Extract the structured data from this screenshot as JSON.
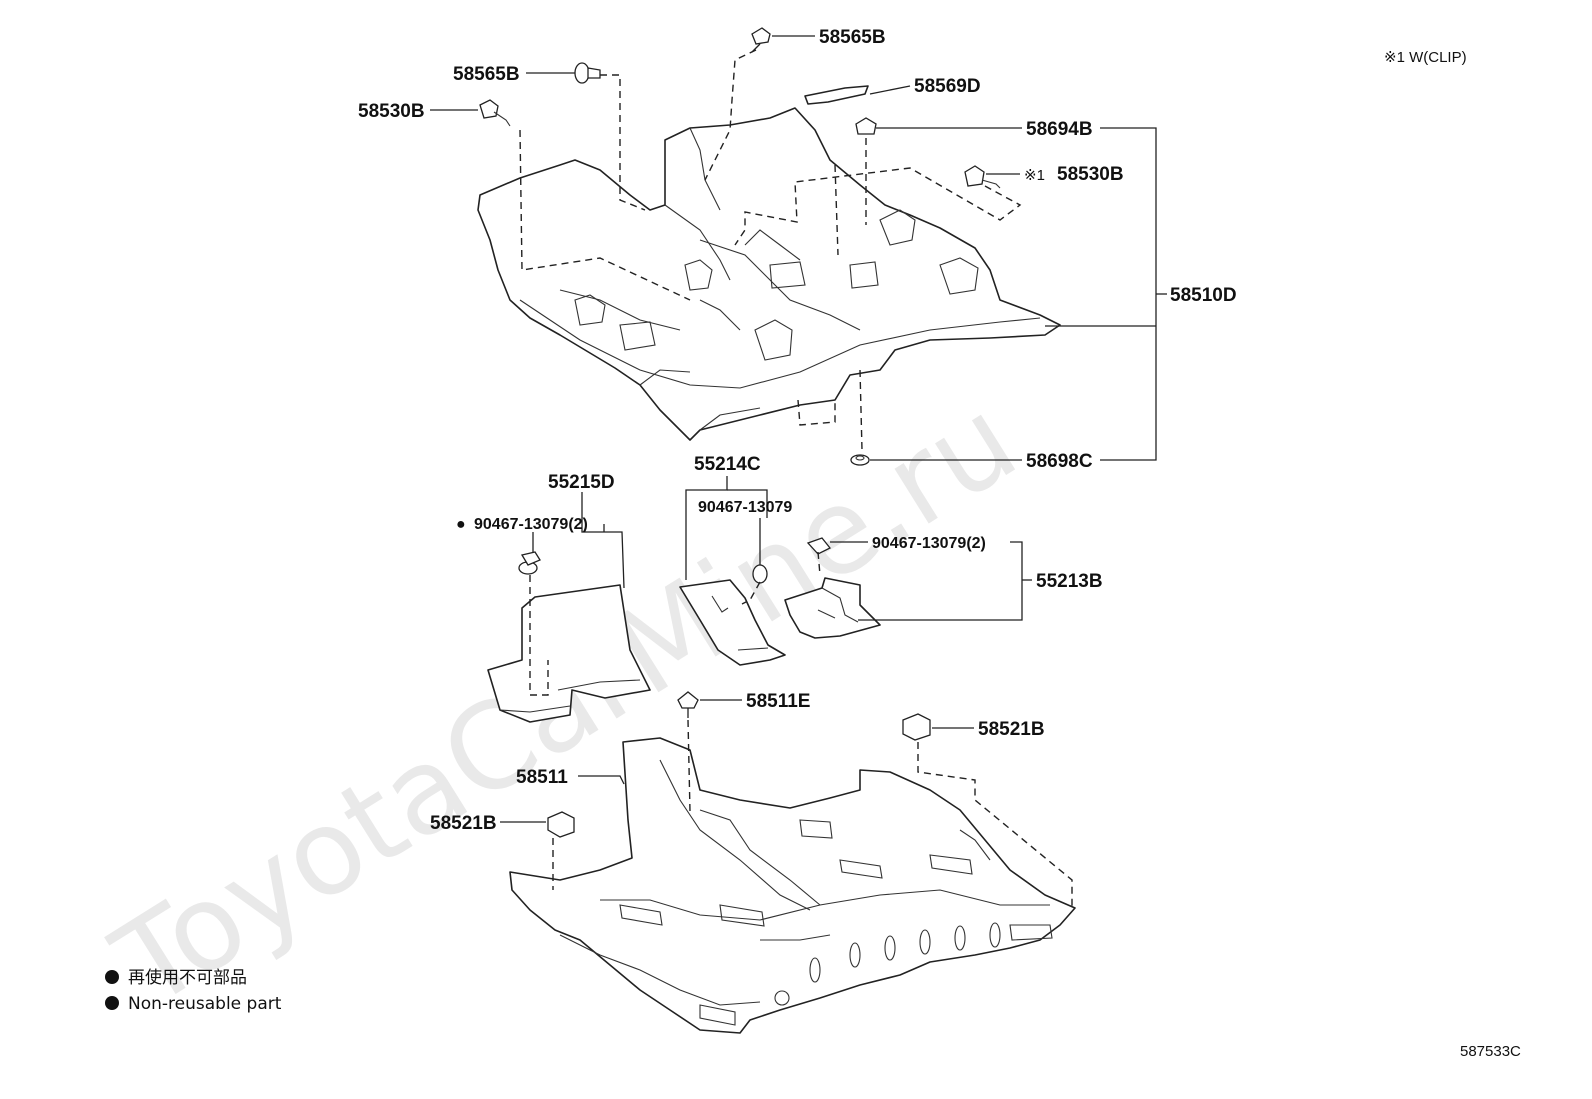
{
  "watermark": "ToyotaCarMine.ru",
  "note_top_right": "※1 W(CLIP)",
  "figure_code": "587533C",
  "legend": [
    {
      "symbol": "●",
      "text": "再使用不可部品"
    },
    {
      "symbol": "●",
      "text": "Non-reusable part"
    }
  ],
  "labels": {
    "p58565B_top": "58565B",
    "p58565B_left": "58565B",
    "p58530B_left": "58530B",
    "p58569D": "58569D",
    "p58694B": "58694B",
    "p58530B_right_prefix": "※1",
    "p58530B_right": "58530B",
    "p58510D": "58510D",
    "p58698C": "58698C",
    "p55215D": "55215D",
    "p55215D_clip": "90467-13079(2)",
    "p55214C": "55214C",
    "p55214C_clip": "90467-13079",
    "p55213B_clip": "90467-13079(2)",
    "p55213B": "55213B",
    "p58511E": "58511E",
    "p58521B_right": "58521B",
    "p58511": "58511",
    "p58521B_left": "58521B"
  },
  "non_reusable_marker": "●"
}
